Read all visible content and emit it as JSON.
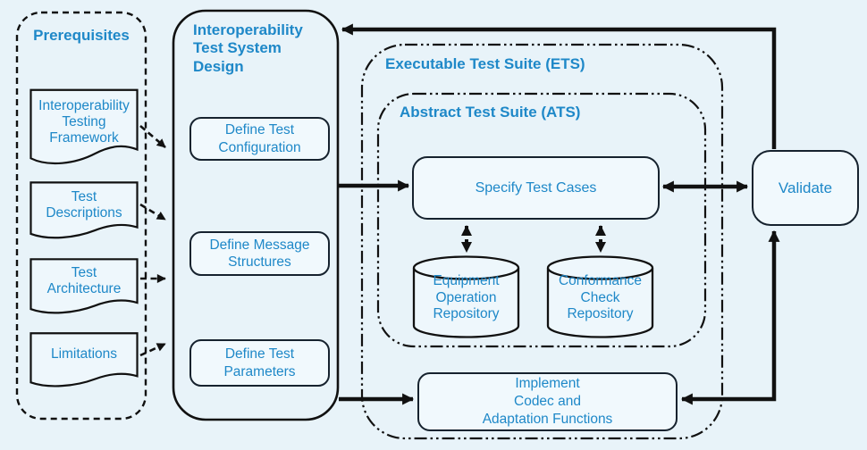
{
  "colors": {
    "background": "#e8f3f9",
    "accent_blue": "#1e88c8",
    "line_black": "#111111"
  },
  "prerequisites": {
    "title": "Prerequisites",
    "documents": [
      {
        "label": "Interoperability\nTesting\nFramework"
      },
      {
        "label": "Test\nDescriptions"
      },
      {
        "label": "Test\nArchitecture"
      },
      {
        "label": "Limitations"
      }
    ]
  },
  "design": {
    "title": "Interoperability\nTest System\nDesign",
    "steps": [
      {
        "label": "Define Test\nConfiguration"
      },
      {
        "label": "Define Message\nStructures"
      },
      {
        "label": "Define Test\nParameters"
      }
    ]
  },
  "ets": {
    "title": "Executable Test Suite (ETS)"
  },
  "ats": {
    "title": "Abstract Test Suite (ATS)",
    "specify_label": "Specify Test Cases",
    "repositories": [
      {
        "label": "Equipment\nOperation\nRepository"
      },
      {
        "label": "Conformance\nCheck\nRepository"
      }
    ]
  },
  "implement": {
    "label": "Implement\nCodec and\nAdaptation Functions"
  },
  "validate": {
    "label": "Validate"
  }
}
